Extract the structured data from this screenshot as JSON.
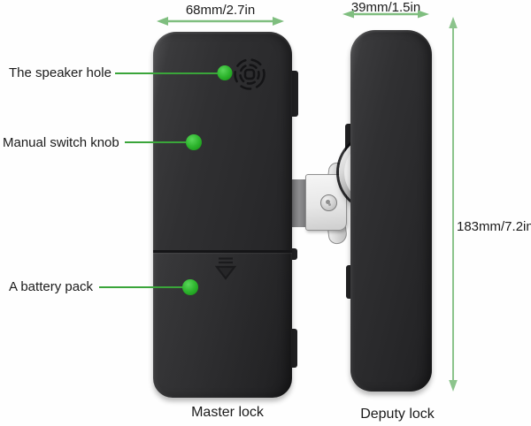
{
  "dimensions": {
    "master_width": "68mm/2.7in",
    "deputy_width": "39mm/1.5in",
    "height": "183mm/7.2in"
  },
  "callouts": {
    "speaker": "The speaker hole",
    "knob": "Manual switch knob",
    "battery": "A battery pack"
  },
  "captions": {
    "master": "Master lock",
    "deputy": "Deputy lock"
  },
  "icons": {
    "speaker": "speaker-hole-icon",
    "battery_marking": "battery-cover-arrow-icon"
  },
  "colors": {
    "callout_dot_green": "#2eb52e",
    "callout_line_green": "#3aa53a",
    "dimension_arrow_green": "#7fbe7f",
    "lock_body_dark": "#2c2c2e",
    "knob_silver": "#e8e8e8",
    "latch_silver": "#e7e7e7",
    "background": "#ffffff",
    "text": "#1b1b1b"
  }
}
